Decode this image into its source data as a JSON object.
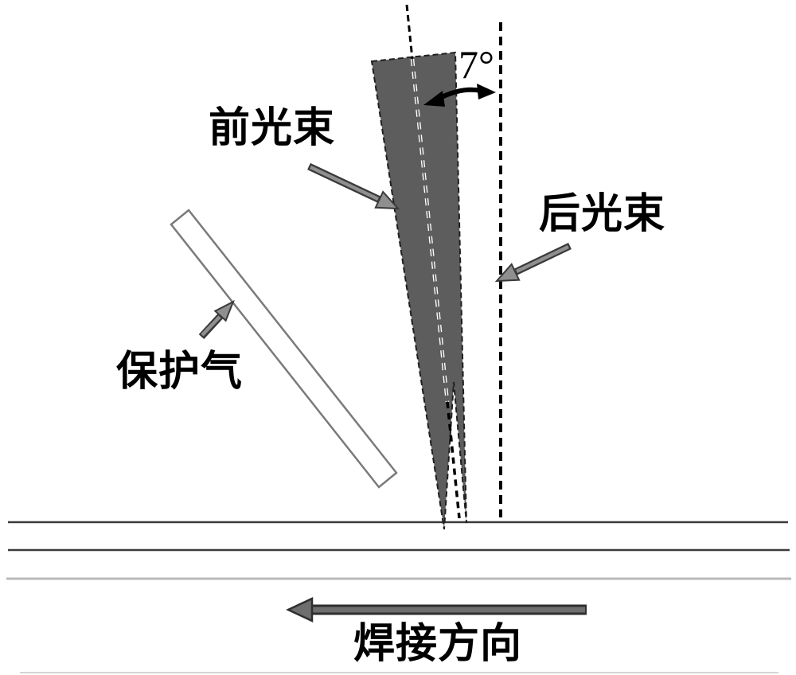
{
  "figure": {
    "labels": {
      "angle": "7°",
      "front_beam": "前光束",
      "rear_beam": "后光束",
      "shield_gas": "保护气",
      "weld_direction": "焊接方向"
    },
    "colors": {
      "background": "#ffffff",
      "ink": "#000000",
      "beam_fill": "#5d5d5d",
      "beam_edge": "#1f1f1f",
      "pointer_fill": "#8f8f8f",
      "pointer_edge": "#3a3a3a",
      "weld_arrow_fill": "#6e6e6e",
      "weld_arrow_edge": "#2e2e2e",
      "surface_line_dark": "#3b3b3b",
      "surface_line_light": "#b9b9b9",
      "surface_line_faint": "#d4d4d4",
      "tube_outline": "#7a7a7a",
      "tube_fill": "#ffffff"
    }
  }
}
